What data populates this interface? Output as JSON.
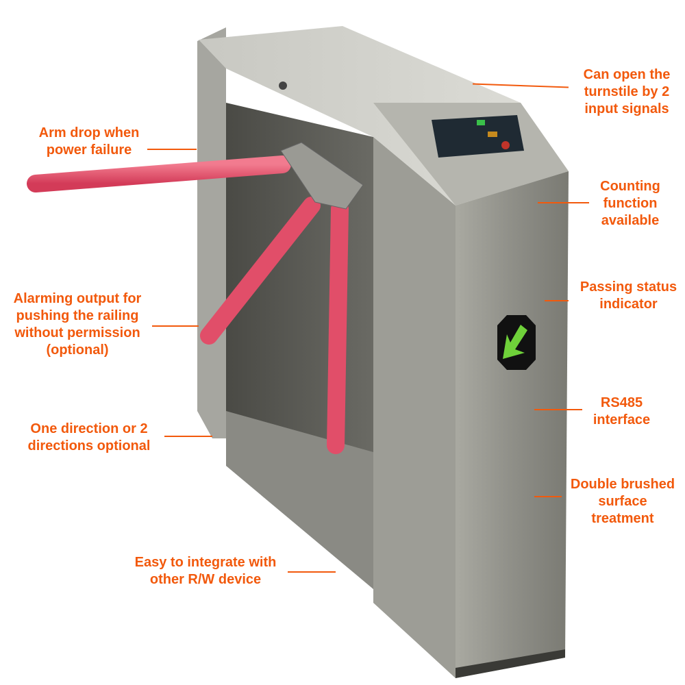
{
  "labels": {
    "input_signals": [
      "Can open the",
      "turnstile by 2",
      "input signals"
    ],
    "arm_drop": [
      "Arm drop when",
      "power failure"
    ],
    "counting": [
      "Counting",
      "function",
      "available"
    ],
    "passing_status": [
      "Passing status",
      "indicator"
    ],
    "alarming": [
      "Alarming output for",
      "pushing the railing",
      "without permission",
      "(optional)"
    ],
    "direction": [
      "One direction or 2",
      "directions optional"
    ],
    "rs485": [
      "RS485",
      "interface"
    ],
    "surface": [
      "Double brushed",
      "surface",
      "treatment"
    ],
    "integrate": [
      "Easy to integrate with",
      "other R/W device"
    ]
  },
  "colors": {
    "accent": "#f2590c",
    "arm": "#e8506a",
    "steel": "#9a9a92",
    "indicator_arrow": "#6fd13a"
  }
}
